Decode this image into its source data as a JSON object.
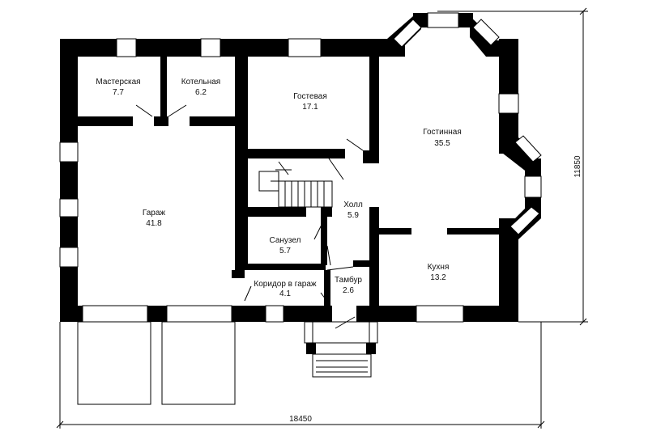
{
  "rooms": [
    {
      "id": "masterskaya",
      "name": "Мастерская",
      "area": "7.7"
    },
    {
      "id": "kotelnaya",
      "name": "Котельная",
      "area": "6.2"
    },
    {
      "id": "gostevaya",
      "name": "Гостевая",
      "area": "17.1"
    },
    {
      "id": "gostinnaya",
      "name": "Гостинная",
      "area": "35.5"
    },
    {
      "id": "garazh",
      "name": "Гараж",
      "area": "41.8"
    },
    {
      "id": "holl",
      "name": "Холл",
      "area": "5.9"
    },
    {
      "id": "sanuzel",
      "name": "Санузел",
      "area": "5.7"
    },
    {
      "id": "kuhnya",
      "name": "Кухня",
      "area": "13.2"
    },
    {
      "id": "koridor",
      "name": "Коридор в гараж",
      "area": "4.1"
    },
    {
      "id": "tambur",
      "name": "Тамбур",
      "area": "2.6"
    }
  ],
  "dimensions": {
    "width": "18450",
    "height": "11850"
  }
}
